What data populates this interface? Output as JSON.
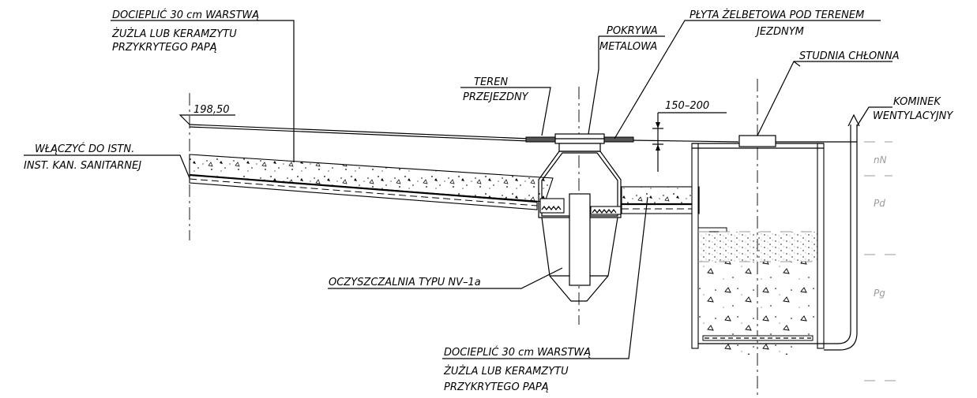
{
  "labels": {
    "insulation_top_line1": "DOCIEPLIĆ 30 cm WARSTWĄ",
    "insulation_top_line2": "ŻUŻLA LUB KERAMZYTU",
    "insulation_top_line3": "PRZYKRYTEGO PAPĄ",
    "connect_line1": "WŁĄCZYĆ DO ISTN.",
    "connect_line2": "INST. KAN. SANITARNEJ",
    "elevation": "198,50",
    "terrain_line1": "TEREN",
    "terrain_line2": "PRZEJEZDNY",
    "cover_line1": "POKRYWA",
    "cover_line2": "METALOWA",
    "slab_line1": "PŁYTA ŻELBETOWA POD TERENEM",
    "slab_line2": "JEZDNYM",
    "well": "STUDNIA CHŁONNA",
    "depth_range": "150–200",
    "vent_line1": "KOMINEK",
    "vent_line2": "WENTYLACYJNY",
    "treatment_plant": "OCZYSZCZALNIA TYPU NV–1a",
    "insulation_bottom_line1": "DOCIEPLIĆ 30 cm WARSTWĄ",
    "insulation_bottom_line2": "ŻUŻLA LUB KERAMZYTU",
    "insulation_bottom_line3": "PRZYKRYTEGO PAPĄ"
  },
  "soil_layers": {
    "layer1": "nN",
    "layer2": "Pd",
    "layer3": "Pg"
  },
  "colors": {
    "line": "#000000",
    "soil_text": "#9a9a9a",
    "background": "#ffffff"
  }
}
